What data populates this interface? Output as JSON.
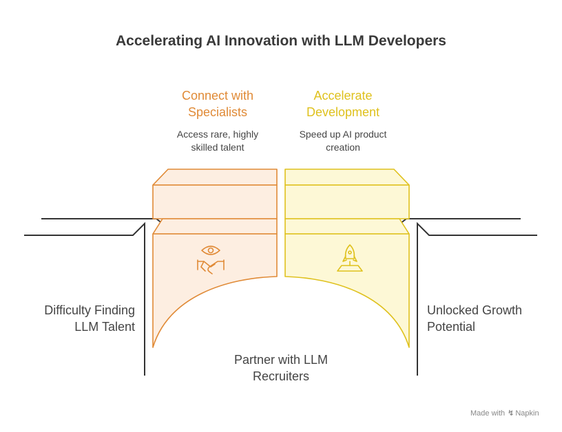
{
  "title": "Accelerating AI Innovation with LLM Developers",
  "left_column": {
    "heading_line1": "Connect with",
    "heading_line2": "Specialists",
    "desc_line1": "Access rare, highly",
    "desc_line2": "skilled talent",
    "icon": "handshake-eye-icon"
  },
  "right_column": {
    "heading_line1": "Accelerate",
    "heading_line2": "Development",
    "desc_line1": "Speed up AI product",
    "desc_line2": "creation",
    "icon": "rocket-icon"
  },
  "left_side": {
    "line1": "Difficulty Finding",
    "line2": "LLM Talent"
  },
  "right_side": {
    "line1": "Unlocked Growth",
    "line2": "Potential"
  },
  "bottom": {
    "line1": "Partner with LLM",
    "line2": "Recruiters"
  },
  "credit": {
    "prefix": "Made with",
    "brand": "Napkin",
    "icon": "napkin-bolt-icon"
  },
  "colors": {
    "left_stroke": "#e08a36",
    "left_fill": "#fdeee1",
    "right_stroke": "#dfc11d",
    "right_fill": "#fdf8d6",
    "ground_line": "#333333",
    "text": "#444444",
    "title": "#3a3a3a"
  }
}
